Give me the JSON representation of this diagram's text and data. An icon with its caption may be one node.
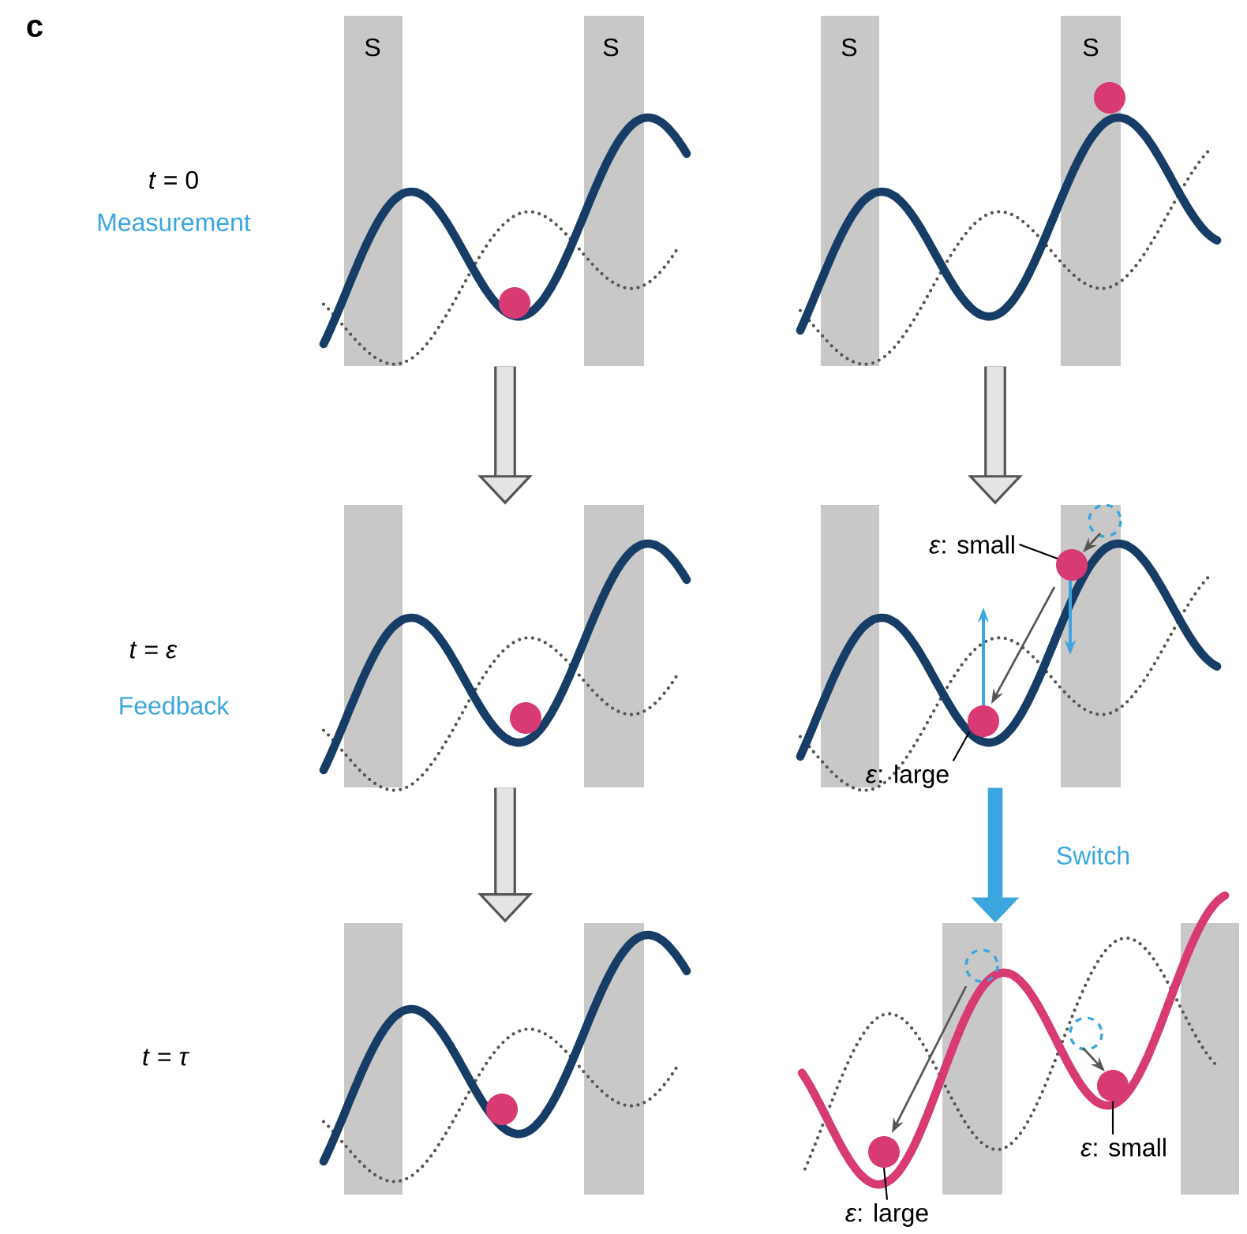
{
  "diagram": {
    "nodes": [
      {
        "text": [],
        "shape": "picture"
      },
      {
        "text": [],
        "shape": "picture"
      },
      {
        "text": [],
        "shape": "picture"
      },
      {
        "text": [],
        "shape": "picture"
      },
      {
        "text": [],
        "shape": "picture"
      },
      {
        "text": [],
        "shape": "picture"
      },
      {
        "text": [
          "*ε*: small"
        ],
        "in": 3
      },
      {
        "text": [
          "*ε*: large"
        ],
        "in": 3
      },
      {
        "text": [
          "*ε*: large"
        ]
      },
      {
        "text": [
          "*ε*: small"
        ],
        "in": 5
      }
    ],
    "edges": [
      {
        "from": 0,
        "to": 2,
        "arrow": "to",
        "style": "thick"
      },
      {
        "from": 2,
        "to": 4,
        "arrow": "to",
        "style": "thick"
      },
      {
        "from": 1,
        "to": 3,
        "arrow": "to",
        "style": "thick"
      },
      {
        "from": 3,
        "to": 5,
        "arrow": "to",
        "label": "Switch",
        "style": "thick",
        "color": "#3aa6dd"
      },
      {
        "from": 6,
        "to": null,
        "arrow": "none"
      },
      {
        "from": 7,
        "to": null,
        "arrow": "none"
      },
      {
        "from": 8,
        "to": null,
        "arrow": "none"
      },
      {
        "from": 9,
        "to": null,
        "arrow": "none"
      }
    ],
    "labels": [
      "c",
      "S",
      "S",
      "S",
      "S",
      "*t* = 0",
      "Measurement",
      "*t* = *ε*",
      "Feedback",
      "*t* = *τ*"
    ]
  }
}
